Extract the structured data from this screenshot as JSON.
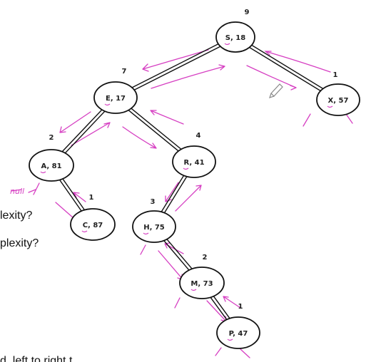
{
  "colors": {
    "ink": "#111111",
    "annotation": "#d63fc2"
  },
  "nodes": [
    {
      "id": "S",
      "label": "S, 18",
      "count": "9"
    },
    {
      "id": "E",
      "label": "E, 17",
      "count": "7"
    },
    {
      "id": "X",
      "label": "X, 57",
      "count": "1"
    },
    {
      "id": "A",
      "label": "A, 81",
      "count": "2"
    },
    {
      "id": "R",
      "label": "R, 41",
      "count": "4"
    },
    {
      "id": "C",
      "label": "C, 87",
      "count": "1"
    },
    {
      "id": "H",
      "label": "H, 75",
      "count": "3"
    },
    {
      "id": "M",
      "label": "M, 73",
      "count": "2"
    },
    {
      "id": "P",
      "label": "P, 47",
      "count": "1"
    }
  ],
  "edges": [
    [
      "S",
      "E"
    ],
    [
      "S",
      "X"
    ],
    [
      "E",
      "A"
    ],
    [
      "E",
      "R"
    ],
    [
      "A",
      "C"
    ],
    [
      "R",
      "H"
    ],
    [
      "H",
      "M"
    ],
    [
      "M",
      "P"
    ]
  ],
  "annotations": {
    "null_label": "null"
  },
  "side_text": {
    "line1": "lexity?",
    "line2": "plexity?",
    "bottom": "d, left to right t"
  }
}
